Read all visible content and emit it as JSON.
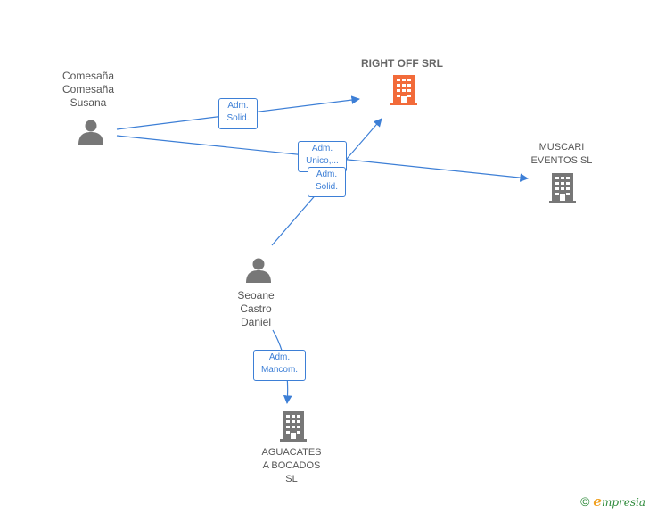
{
  "nodes": {
    "comesana": {
      "label": "Comesaña\nComesaña\nSusana",
      "icon": "person-icon"
    },
    "seoane": {
      "label": "Seoane\nCastro\nDaniel",
      "icon": "person-icon"
    },
    "right_off": {
      "label": "RIGHT OFF SRL",
      "icon": "building-icon",
      "color": "#f26b3a"
    },
    "muscari": {
      "label": "MUSCARI\nEVENTOS  SL",
      "icon": "building-icon",
      "color": "#777777"
    },
    "aguacates": {
      "label": "AGUACATES\nA BOCADOS\nSL",
      "icon": "building-icon",
      "color": "#777777"
    }
  },
  "edges": {
    "comesana_right_off": {
      "label": "Adm.\nSolid."
    },
    "comesana_muscari": {
      "label": "Adm.\nUnico,..."
    },
    "seoane_right_off": {
      "label": "Adm.\nSolid."
    },
    "seoane_aguacates": {
      "label": "Adm.\nMancom."
    }
  },
  "colors": {
    "edge": "#3d7fd6",
    "person": "#777777"
  },
  "footer": {
    "copyright_symbol": "©",
    "brand_first": "e",
    "brand_rest": "mpresia"
  }
}
